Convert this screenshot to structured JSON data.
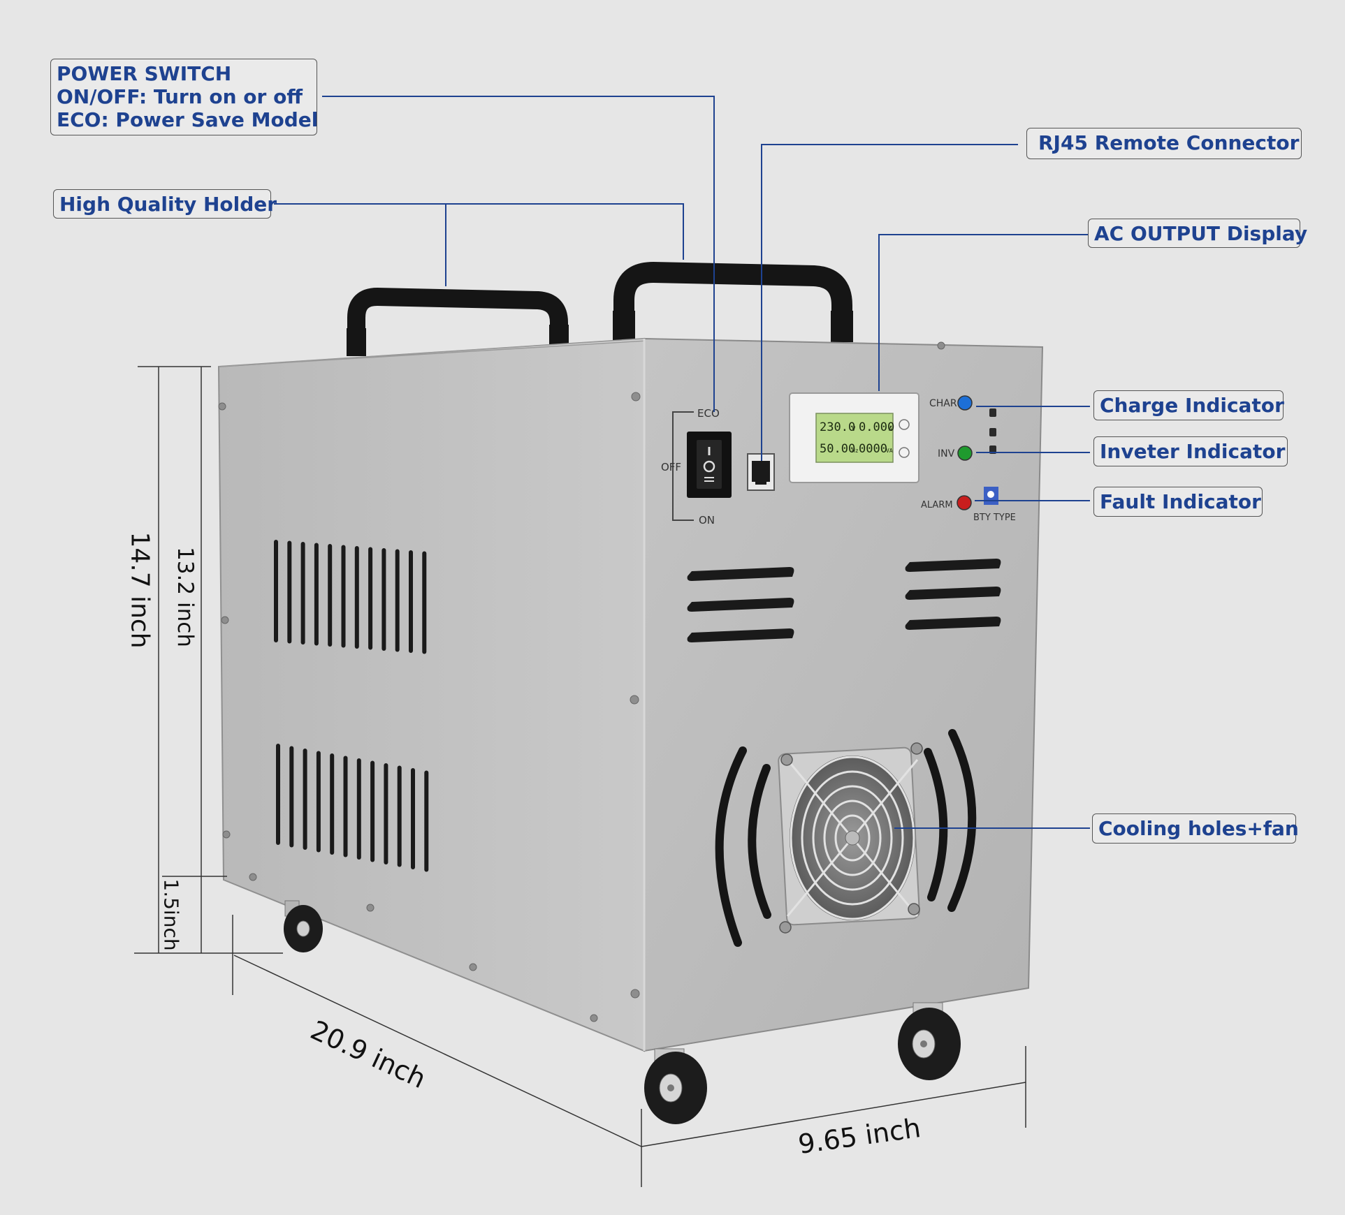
{
  "callouts": {
    "power_switch": [
      "POWER SWITCH",
      "ON/OFF: Turn on or off",
      "ECO: Power Save Model"
    ],
    "holder": "High Quality Holder",
    "rj45": "RJ45 Remote Connector",
    "ac_display": "AC OUTPUT Display",
    "charge": "Charge Indicator",
    "inverter": "Inveter Indicator",
    "fault": "Fault Indicator",
    "cooling": "Cooling holes+fan"
  },
  "dimensions": {
    "total_height": "14.7 inch",
    "body_height": "13.2 inch",
    "wheel_height": "1.5inch",
    "length": "20.9 inch",
    "width": "9.65 inch"
  },
  "panel": {
    "eco": "ECO",
    "off": "OFF",
    "on": "ON",
    "char": "CHAR",
    "inv": "INV",
    "alarm": "ALARM",
    "bty_type": "BTY TYPE",
    "lcd_line1_voltage": "230.0",
    "lcd_line1_voltage_unit": "V",
    "lcd_line1_current": "0.000",
    "lcd_line1_current_unit": "A",
    "lcd_line2_freq": "50.00",
    "lcd_line2_freq_unit": "Hz",
    "lcd_line2_power": "0000",
    "lcd_line2_power_unit": "VA"
  },
  "colors": {
    "callout_text": "#1e4290",
    "leader_line": "#1e4290",
    "char_led": "#1d6fd6",
    "inv_led": "#1f9a2e",
    "alarm_led": "#c81e1e",
    "lcd_background": "#b9d98a"
  }
}
